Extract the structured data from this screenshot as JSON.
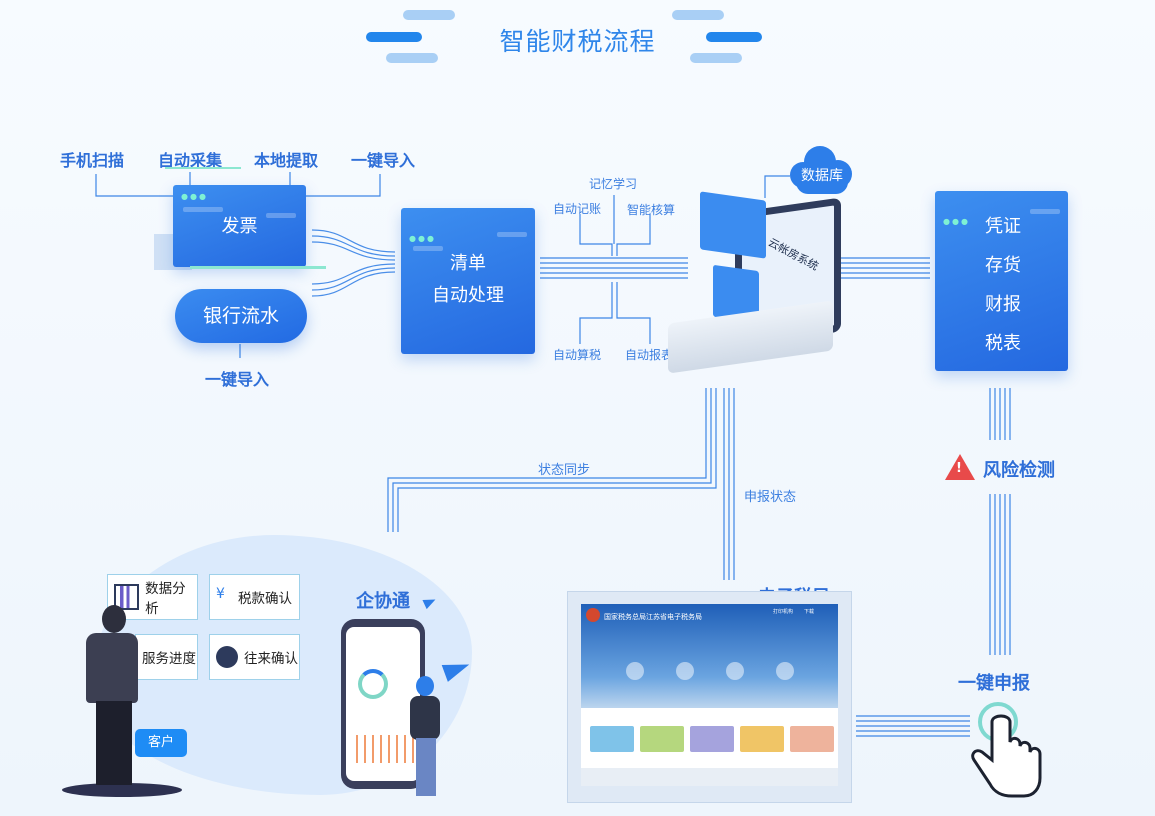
{
  "title": "智能财税流程",
  "sources": {
    "scan": "手机扫描",
    "collect": "自动采集",
    "local": "本地提取",
    "import_top": "一键导入"
  },
  "invoice": "发票",
  "bank": "银行流水",
  "bank_import": "一键导入",
  "process": {
    "line1": "清单",
    "line2": "自动处理"
  },
  "features": {
    "memory": "记忆学习",
    "auto_account": "自动记账",
    "smart_check": "智能核算",
    "auto_tax": "自动算税",
    "auto_report": "自动报表"
  },
  "database": "数据库",
  "cloud_system": "云帐房系统",
  "outputs": [
    "凭证",
    "存货",
    "财报",
    "税表"
  ],
  "risk": "风险检测",
  "status_sync": "状态同步",
  "declare_status": "申报状态",
  "one_click_declare": "一键申报",
  "etax": {
    "label": "电子税局",
    "header": "国家税务总局江苏省电子税务局",
    "top_links": [
      "打印机构",
      "下载"
    ],
    "tiles_colors": [
      "#7fc3e9",
      "#b5d77e",
      "#a5a3dd",
      "#f0c566",
      "#eeb39c"
    ]
  },
  "qixietong": "企协通",
  "bottom_left": {
    "data_analysis": "数据分析",
    "tax_confirm": "税款确认",
    "service_progress": "服务进度",
    "ar_confirm": "往来确认",
    "customer": "客户"
  },
  "colors": {
    "primary": "#2b7be6",
    "card": "#2d7ee9",
    "risk": "#e84a4a"
  }
}
